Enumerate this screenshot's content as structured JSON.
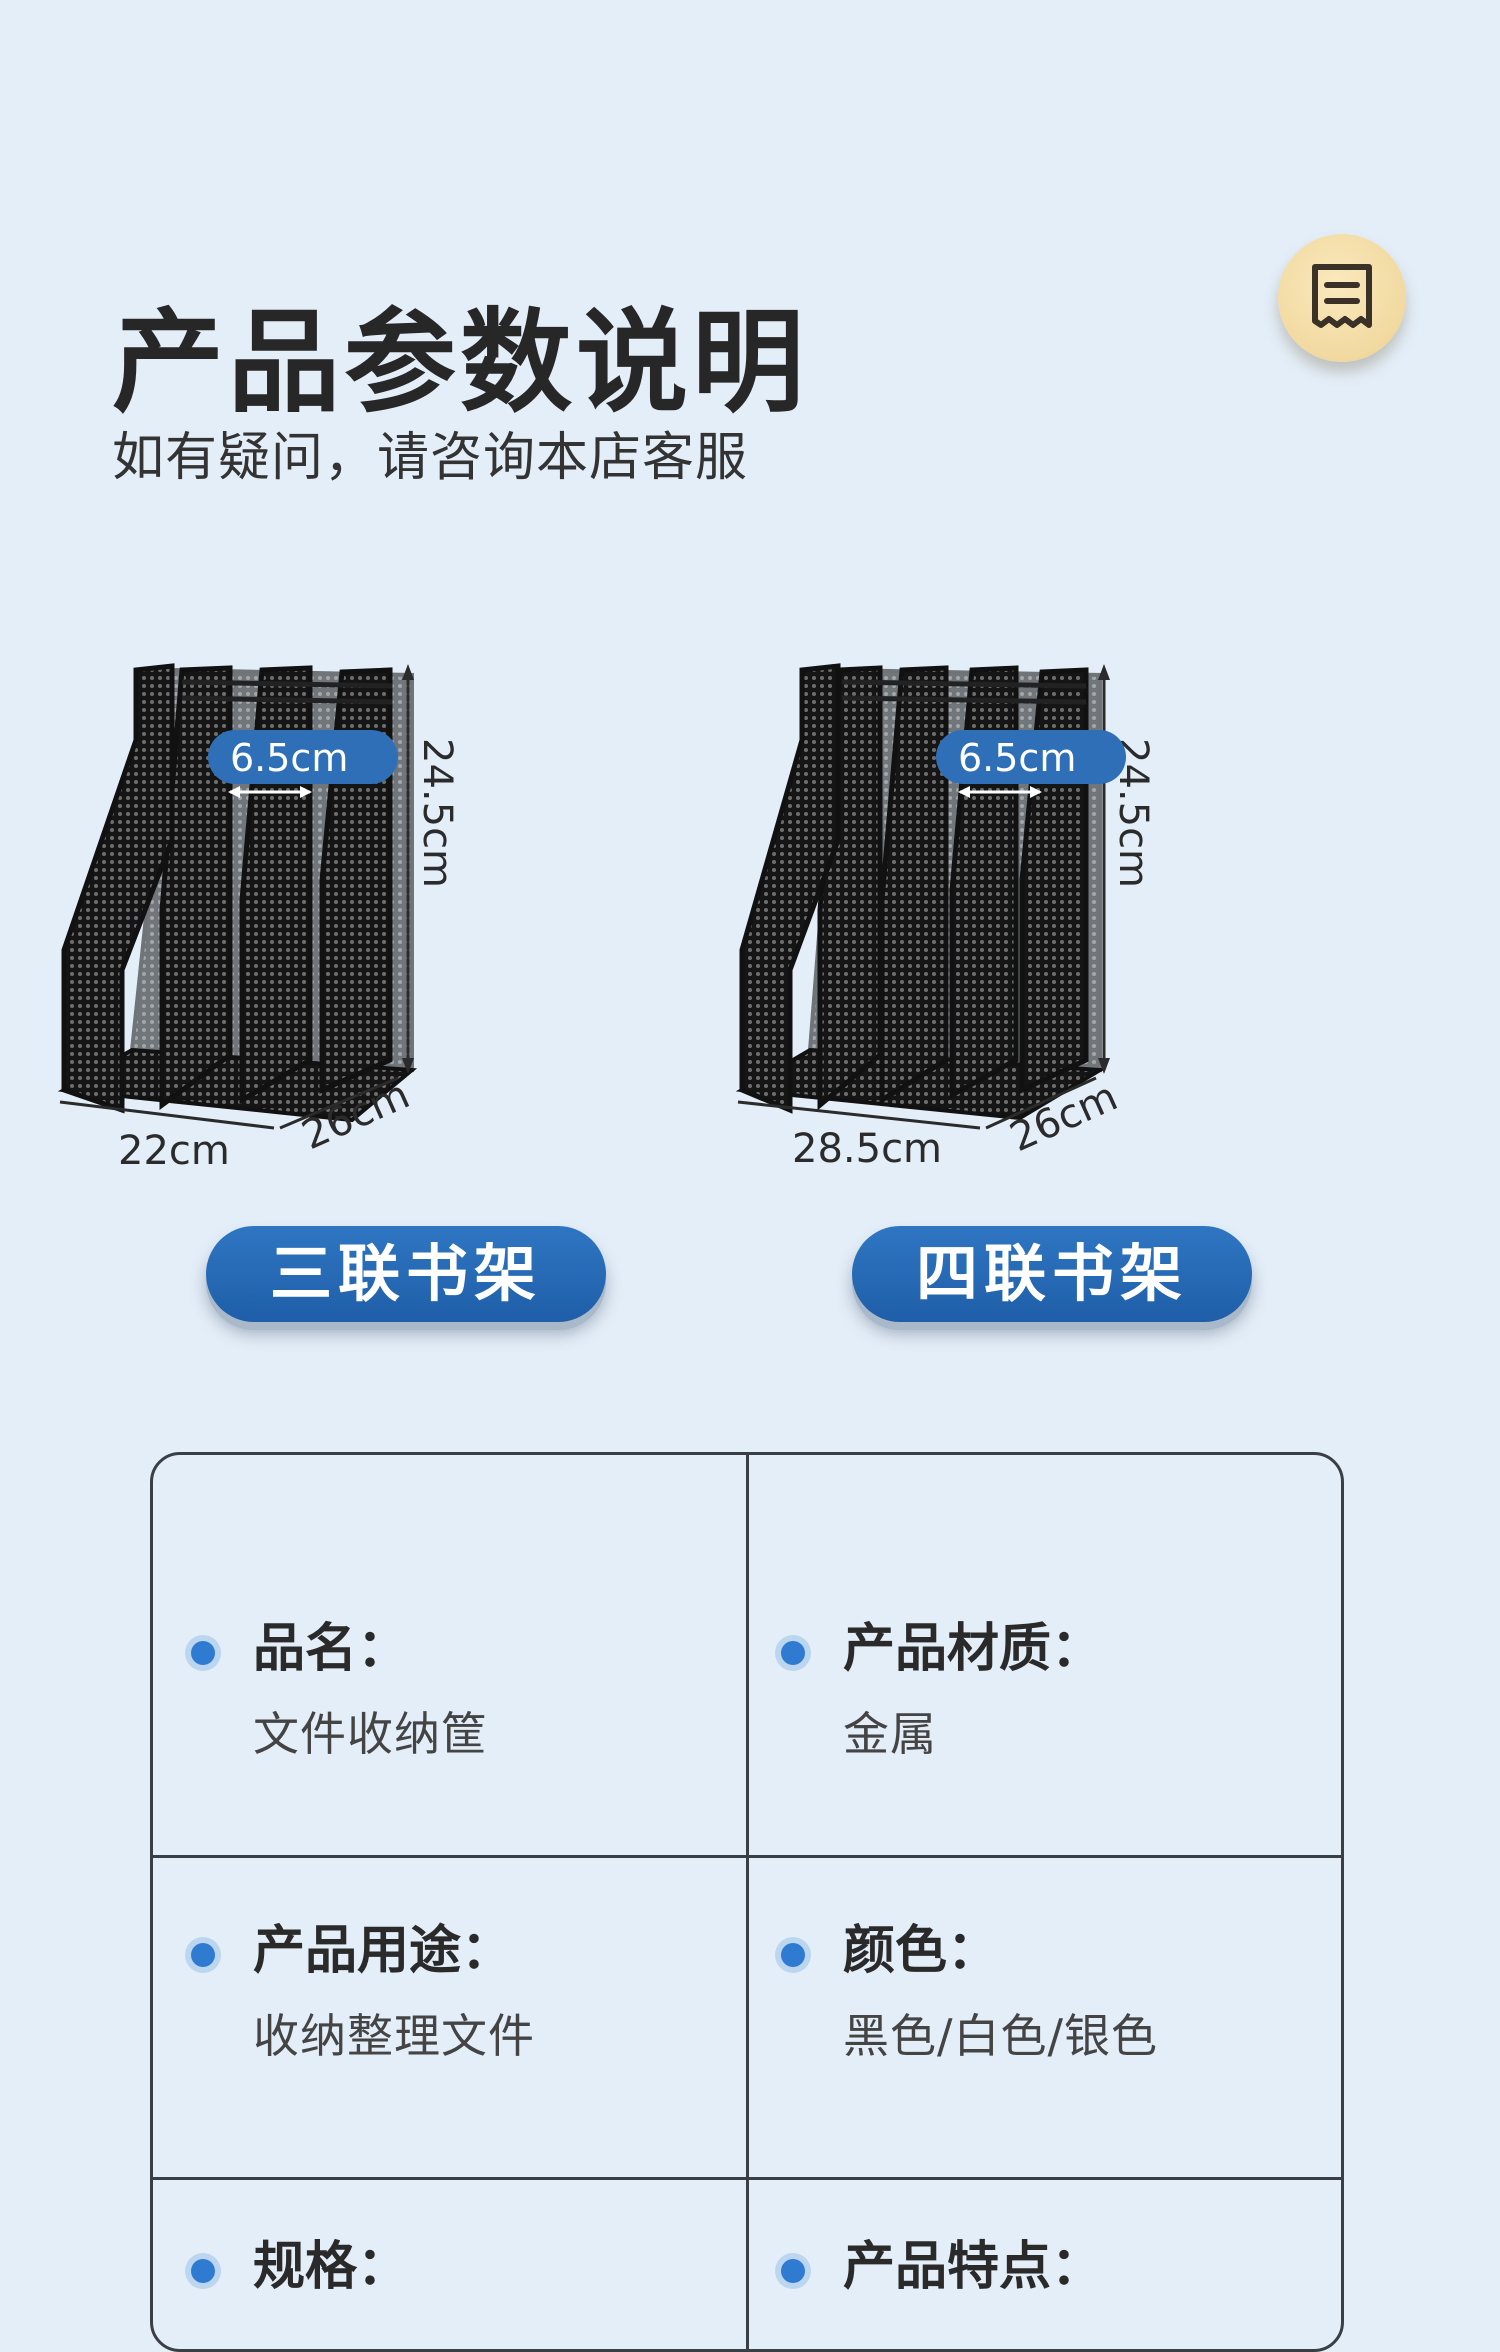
{
  "header": {
    "title": "产品参数说明",
    "subtitle": "如有疑问，请咨询本店客服",
    "badge_icon": "receipt-icon"
  },
  "products": [
    {
      "name": "三联书架",
      "slot_width": "6.5cm",
      "height": "24.5cm",
      "width": "22cm",
      "depth": "26cm",
      "compartments": 3
    },
    {
      "name": "四联书架",
      "slot_width": "6.5cm",
      "height": "24.5cm",
      "width": "28.5cm",
      "depth": "26cm",
      "compartments": 4
    }
  ],
  "specs": [
    {
      "label": "品名：",
      "value": "文件收纳筐"
    },
    {
      "label": "产品材质：",
      "value": "金属"
    },
    {
      "label": "产品用途：",
      "value": "收纳整理文件"
    },
    {
      "label": "颜色：",
      "value": "黑色/白色/银色"
    },
    {
      "label": "规格：",
      "value": ""
    },
    {
      "label": "产品特点：",
      "value": ""
    }
  ],
  "colors": {
    "background": "#e4eef8",
    "accent_blue": "#2f76c2",
    "badge_gold": "#f1d9a0",
    "mesh_black": "#1a1a1a"
  }
}
